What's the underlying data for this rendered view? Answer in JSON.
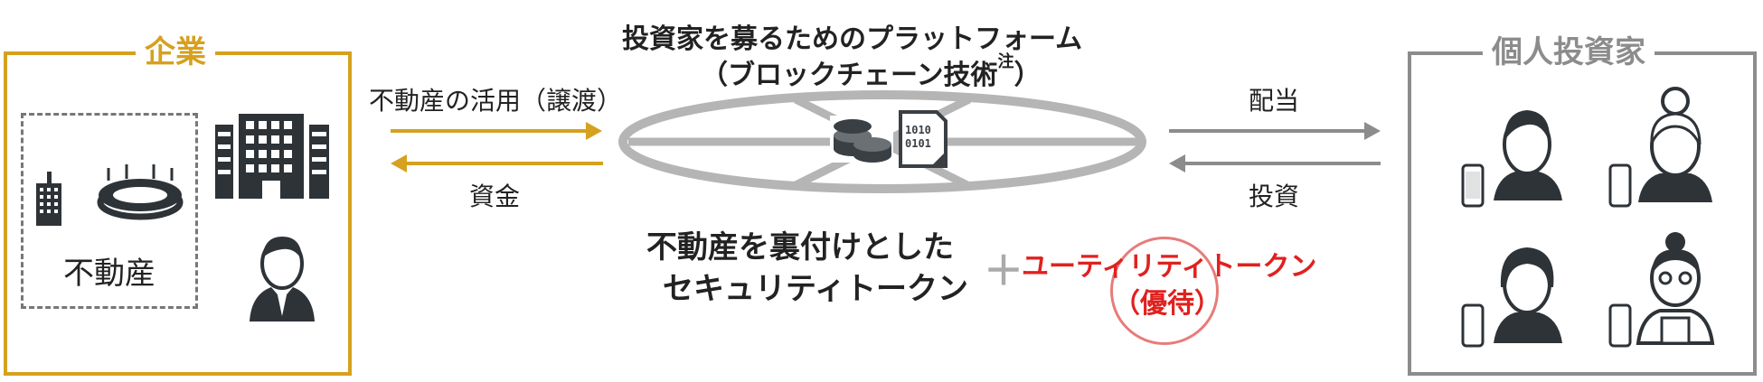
{
  "company": {
    "title": "企業",
    "real_estate_label": "不動産"
  },
  "investors": {
    "title": "個人投資家"
  },
  "platform": {
    "title": "投資家を募るためのプラットフォーム",
    "subtitle": "（ブロックチェーン技術",
    "note_mark": "注",
    "subtitle_close": "）"
  },
  "flows": {
    "use_of_real_estate": "不動産の活用（譲渡）",
    "funds": "資金",
    "dividend": "配当",
    "investment": "投資"
  },
  "tokens": {
    "security_token_line1": "不動産を裏付けとした",
    "security_token_line2": "セキュリティトークン",
    "plus_symbol": "＋",
    "utility_token_line1": "ユーティリティトークン",
    "utility_token_line2": "（優待）"
  },
  "data_icon": {
    "line1": "1010",
    "line2": "0101"
  },
  "colors": {
    "company": "#d6a11f",
    "investor": "#8c8c8c",
    "utility": "#e0211f",
    "icon": "#3a3f44"
  }
}
